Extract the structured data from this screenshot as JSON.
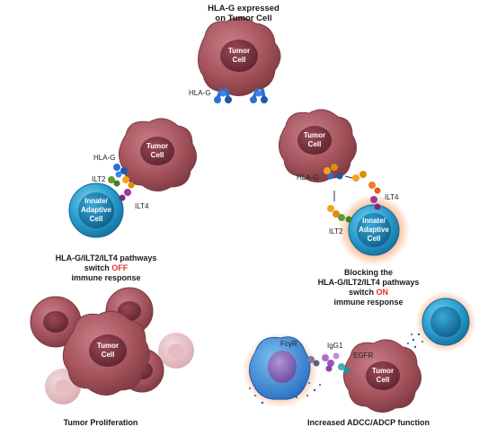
{
  "top": {
    "title_line1": "HLA-G expressed",
    "title_line2": "on Tumor Cell",
    "cell_line1": "Tumor",
    "cell_line2": "Cell",
    "hla_label": "HLA-G"
  },
  "left_panel": {
    "tumor_line1": "Tumor",
    "tumor_line2": "Cell",
    "hla_label": "HLA-G",
    "ilt2_label": "ILT2",
    "ilt4_label": "ILT4",
    "immune_line1": "Innate/",
    "immune_line2": "Adaptive",
    "immune_line3": "Cell",
    "caption_line1": "HLA-G/ILT2/ILT4 pathways",
    "caption_line2_prefix": "switch ",
    "caption_line2_emph": "OFF",
    "caption_line3": "immune response"
  },
  "right_panel": {
    "tumor_line1": "Tumor",
    "tumor_line2": "Cell",
    "hla_label": "HLA-G",
    "ilt2_label": "ILT2",
    "ilt4_label": "ILT4",
    "immune_line1": "Innate/",
    "immune_line2": "Adaptive",
    "immune_line3": "Cell",
    "caption_line1": "Blocking the",
    "caption_line2": "HLA-G/ILT2/ILT4 pathways",
    "caption_line3_prefix": "switch ",
    "caption_line3_emph": "ON",
    "caption_line4": "immune response"
  },
  "bottom_left": {
    "cell_line1": "Tumor",
    "cell_line2": "Cell",
    "caption": "Tumor Proliferation"
  },
  "bottom_right": {
    "fcgr_label": "FcγR",
    "igg1_label": "IgG1",
    "egfr_label": "EGFR",
    "cell_line1": "Tumor",
    "cell_line2": "Cell",
    "caption": "Increased ADCC/ADCP function"
  },
  "colors": {
    "tumor": "#9b4a52",
    "tumor_nucleus": "#7a3039",
    "immune": "#1f8fc4",
    "off_on_text": "#e4312f",
    "hla": "#2c6fd1",
    "ilt2": "#5a9e2b",
    "ilt4": "#9c3a9c",
    "antibody": "#f2a41b",
    "glow": "#f7a06a"
  }
}
